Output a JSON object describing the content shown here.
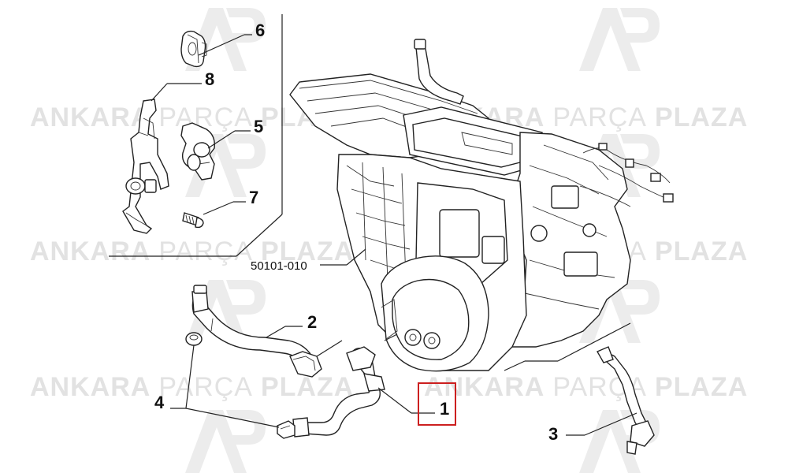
{
  "watermark": {
    "text_light_1": "ANKARA",
    "text_light_2": "PARÇA",
    "text_bold": "PLAZA",
    "logo_letters": "AP"
  },
  "callouts": {
    "c1": "1",
    "c2": "2",
    "c3": "3",
    "c4": "4",
    "c5": "5",
    "c6": "6",
    "c7": "7",
    "c8": "8"
  },
  "assembly_ref": "50101-010",
  "highlight_color": "#cc1f1f",
  "watermark_color": "#e2e2e2"
}
